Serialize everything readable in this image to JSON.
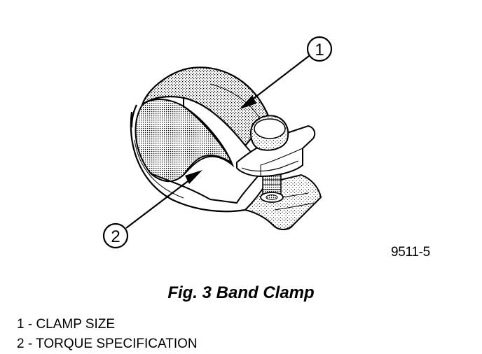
{
  "figure": {
    "drawing_id": "9511-5",
    "caption": "Fig. 3 Band Clamp",
    "callouts": [
      {
        "number": "1",
        "label": "CLAMP SIZE"
      },
      {
        "number": "2",
        "label": "TORQUE SPECIFICATION"
      }
    ],
    "legend": [
      "1 - CLAMP SIZE",
      "2 - TORQUE SPECIFICATION"
    ]
  }
}
